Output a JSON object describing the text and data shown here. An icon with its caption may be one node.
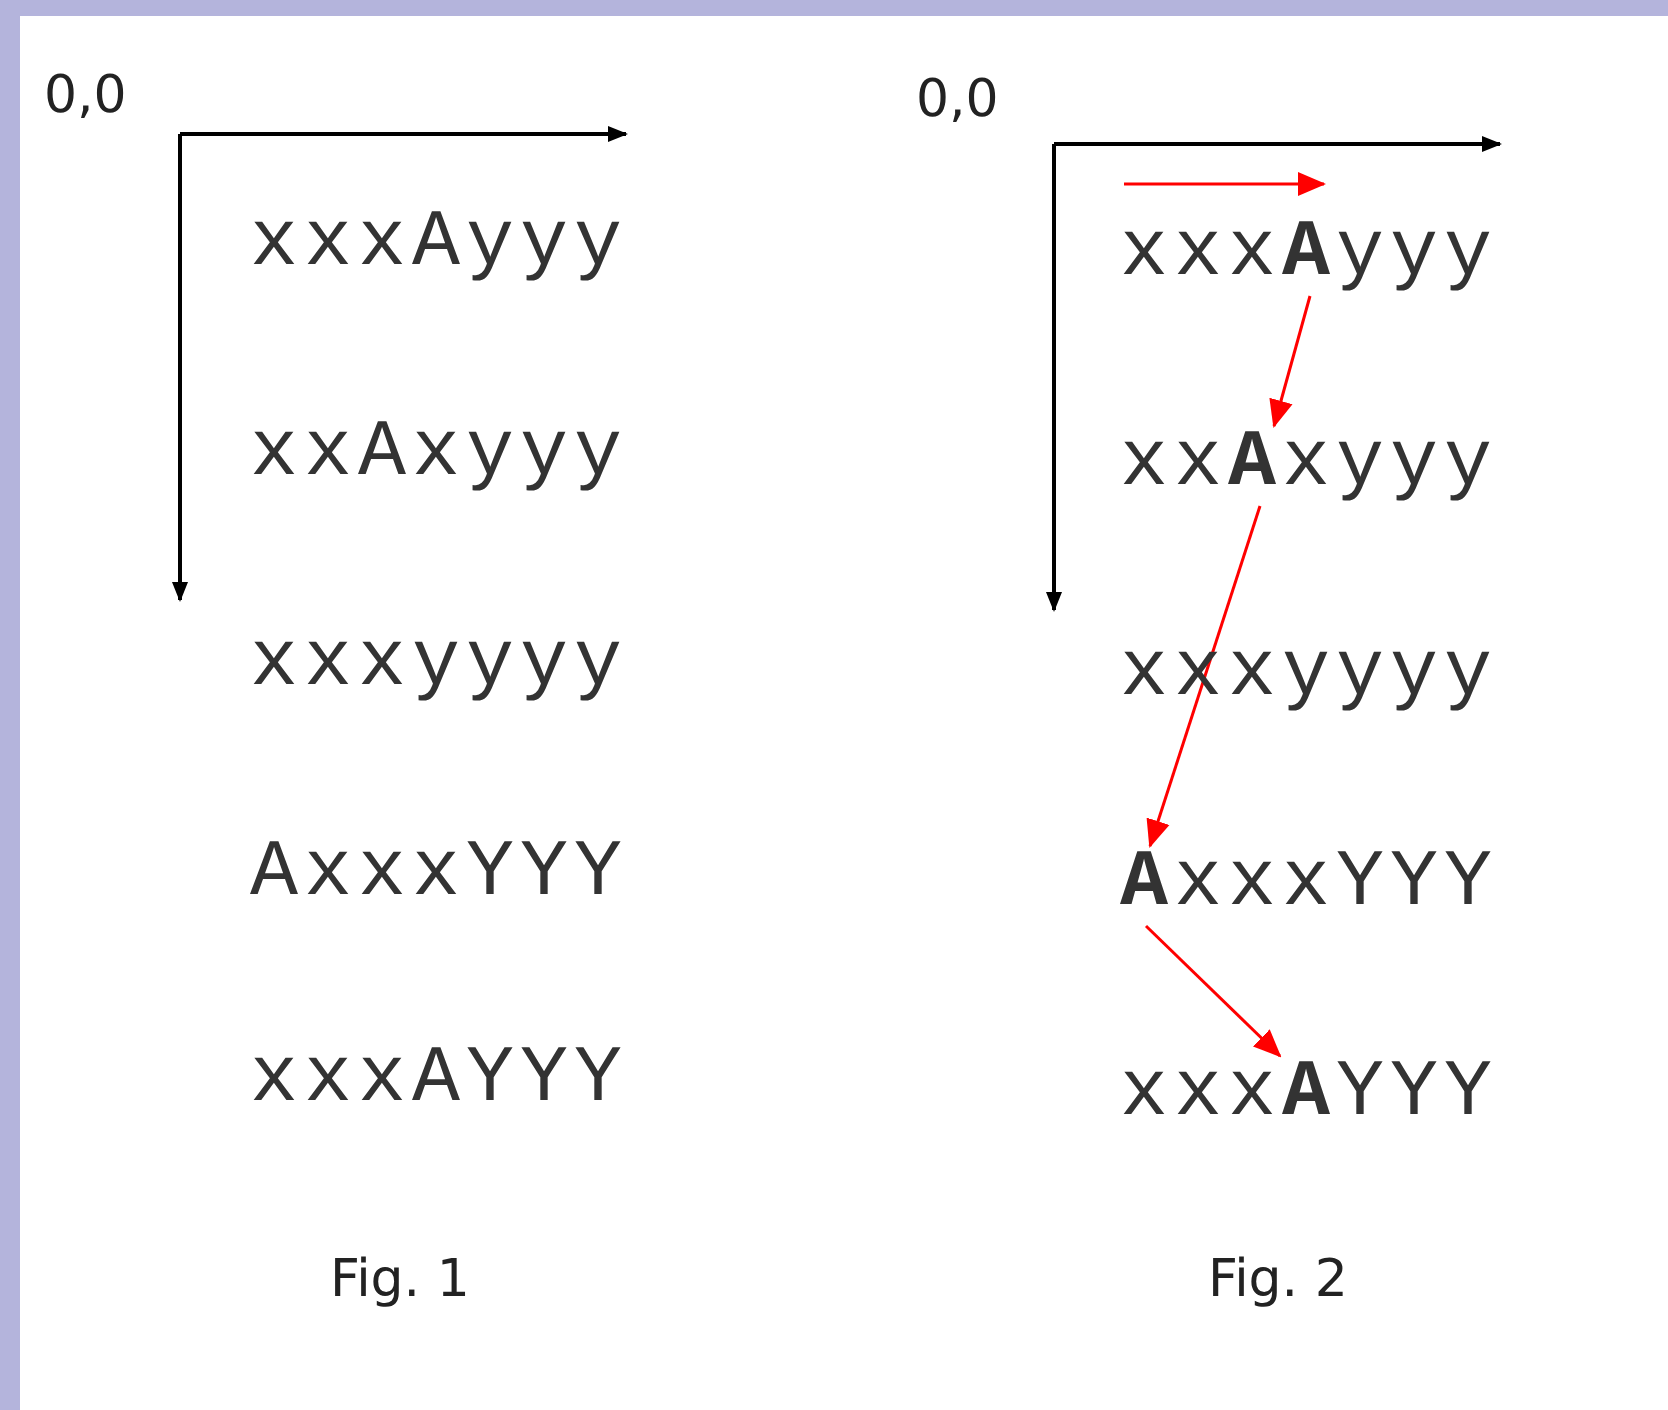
{
  "diagram": {
    "nodes": [
      {
        "text": [
          "xxx**A**yyy"
        ]
      },
      {
        "text": [
          "xx**A**xyyy"
        ]
      },
      {
        "text": [
          "**A**xxxYYY"
        ]
      },
      {
        "text": [
          "xxx**A**YYY"
        ]
      }
    ],
    "edges": [
      {
        "from": 0,
        "to": 1,
        "arrow": "to"
      },
      {
        "from": 1,
        "to": 2,
        "arrow": "to"
      },
      {
        "from": 2,
        "to": 3,
        "arrow": "to"
      }
    ],
    "labels": [
      "0,0",
      "xxxAyyy",
      "xxAxyyy",
      "xxxyyyy",
      "AxxxYYY",
      "xxxAYYY",
      "Fig. 1",
      "0,0",
      "xxxyyyy",
      "Fig. 2"
    ]
  }
}
